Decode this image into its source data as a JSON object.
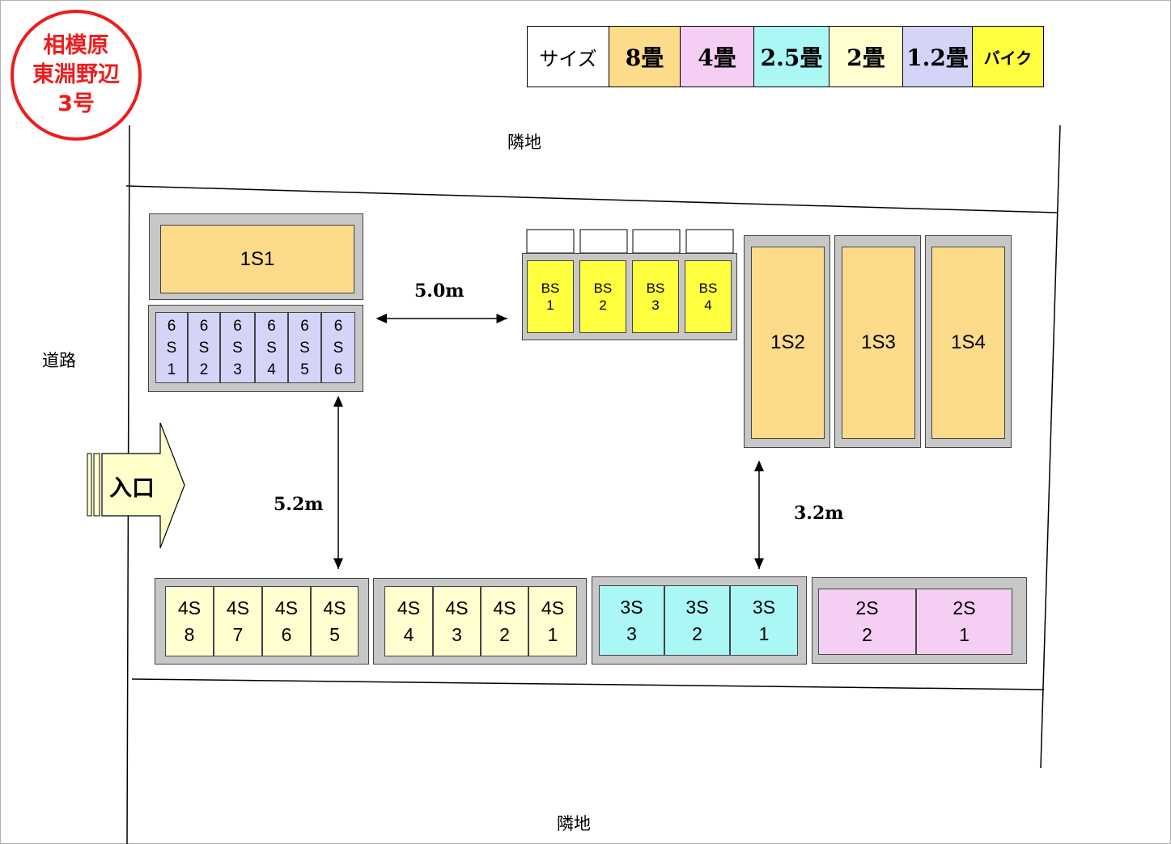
{
  "stamp": {
    "line1": "相模原",
    "line2": "東淵野辺",
    "line3": "3号",
    "color": "#ee1c1c"
  },
  "legend": {
    "title": "サイズ",
    "items": [
      {
        "label": "8畳",
        "color": "#fcdb8a"
      },
      {
        "label": "4畳",
        "color": "#f5cff3"
      },
      {
        "label": "2.5畳",
        "color": "#aaf7f5"
      },
      {
        "label": "2畳",
        "color": "#ffffd0"
      },
      {
        "label": "1.2畳",
        "color": "#d4d4f9"
      },
      {
        "label": "バイク",
        "color": "#ffff3f"
      }
    ]
  },
  "surroundings": {
    "north": "隣地",
    "south": "隣地",
    "west": "道路",
    "entrance": "入口"
  },
  "dimensions": {
    "horizontal_gap": "5.0m",
    "left_gap": "5.2m",
    "right_gap": "3.2m"
  },
  "units": {
    "s1": "1S1",
    "s2": "1S2",
    "s3": "1S3",
    "s4": "1S4",
    "six": [
      "6\nS\n1",
      "6\nS\n2",
      "6\nS\n3",
      "6\nS\n4",
      "6\nS\n5",
      "6\nS\n6"
    ],
    "bike": [
      "BS\n1",
      "BS\n2",
      "BS\n3",
      "BS\n4"
    ],
    "four_a": [
      "4S\n8",
      "4S\n7",
      "4S\n6",
      "4S\n5"
    ],
    "four_b": [
      "4S\n4",
      "4S\n3",
      "4S\n2",
      "4S\n1"
    ],
    "three": [
      "3S\n3",
      "3S\n2",
      "3S\n1"
    ],
    "two": [
      "2S\n2",
      "2S\n1"
    ]
  }
}
